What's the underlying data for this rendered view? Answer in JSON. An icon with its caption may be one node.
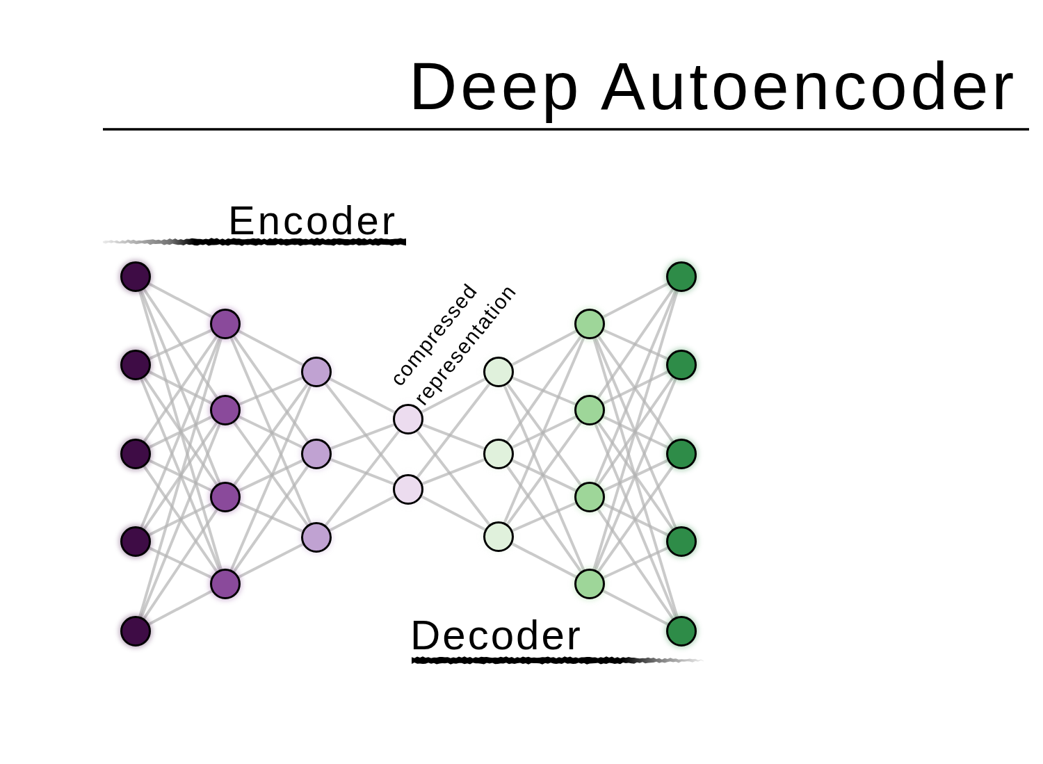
{
  "diagram": {
    "title": "Deep Autoencoder",
    "nodes": [
      {
        "text": [],
        "shape": "circle"
      },
      {
        "text": [],
        "shape": "circle"
      },
      {
        "text": [],
        "shape": "circle"
      },
      {
        "text": [],
        "shape": "circle"
      },
      {
        "text": [],
        "shape": "circle"
      },
      {
        "text": [],
        "shape": "circle"
      },
      {
        "text": [],
        "shape": "circle"
      },
      {
        "text": [],
        "shape": "circle"
      },
      {
        "text": [],
        "shape": "circle"
      },
      {
        "text": [],
        "shape": "circle"
      },
      {
        "text": [],
        "shape": "circle"
      },
      {
        "text": [],
        "shape": "circle"
      },
      {
        "text": [],
        "shape": "circle"
      },
      {
        "text": [],
        "shape": "circle"
      },
      {
        "text": [],
        "shape": "circle"
      },
      {
        "text": [],
        "shape": "circle"
      },
      {
        "text": [],
        "shape": "circle"
      },
      {
        "text": [],
        "shape": "circle"
      },
      {
        "text": [],
        "shape": "circle"
      },
      {
        "text": [],
        "shape": "circle"
      },
      {
        "text": [],
        "shape": "circle"
      },
      {
        "text": [],
        "shape": "circle"
      },
      {
        "text": [],
        "shape": "circle"
      },
      {
        "text": [],
        "shape": "circle"
      },
      {
        "text": [],
        "shape": "circle"
      },
      {
        "text": [],
        "shape": "circle"
      }
    ],
    "edges": [
      {
        "from": 0,
        "to": 5,
        "arrow": "none"
      },
      {
        "from": 0,
        "to": 6,
        "arrow": "none"
      },
      {
        "from": 0,
        "to": 7,
        "arrow": "none"
      },
      {
        "from": 0,
        "to": 8,
        "arrow": "none"
      },
      {
        "from": 1,
        "to": 5,
        "arrow": "none"
      },
      {
        "from": 1,
        "to": 6,
        "arrow": "none"
      },
      {
        "from": 1,
        "to": 7,
        "arrow": "none"
      },
      {
        "from": 1,
        "to": 8,
        "arrow": "none"
      },
      {
        "from": 2,
        "to": 5,
        "arrow": "none"
      },
      {
        "from": 2,
        "to": 6,
        "arrow": "none"
      },
      {
        "from": 2,
        "to": 7,
        "arrow": "none"
      },
      {
        "from": 2,
        "to": 8,
        "arrow": "none"
      },
      {
        "from": 3,
        "to": 5,
        "arrow": "none"
      },
      {
        "from": 3,
        "to": 6,
        "arrow": "none"
      },
      {
        "from": 3,
        "to": 7,
        "arrow": "none"
      },
      {
        "from": 3,
        "to": 8,
        "arrow": "none"
      },
      {
        "from": 4,
        "to": 5,
        "arrow": "none"
      },
      {
        "from": 4,
        "to": 6,
        "arrow": "none"
      },
      {
        "from": 4,
        "to": 7,
        "arrow": "none"
      },
      {
        "from": 4,
        "to": 8,
        "arrow": "none"
      },
      {
        "from": 5,
        "to": 9,
        "arrow": "none"
      },
      {
        "from": 5,
        "to": 10,
        "arrow": "none"
      },
      {
        "from": 5,
        "to": 11,
        "arrow": "none"
      },
      {
        "from": 6,
        "to": 9,
        "arrow": "none"
      },
      {
        "from": 6,
        "to": 10,
        "arrow": "none"
      },
      {
        "from": 6,
        "to": 11,
        "arrow": "none"
      },
      {
        "from": 7,
        "to": 9,
        "arrow": "none"
      },
      {
        "from": 7,
        "to": 10,
        "arrow": "none"
      },
      {
        "from": 7,
        "to": 11,
        "arrow": "none"
      },
      {
        "from": 8,
        "to": 9,
        "arrow": "none"
      },
      {
        "from": 8,
        "to": 10,
        "arrow": "none"
      },
      {
        "from": 8,
        "to": 11,
        "arrow": "none"
      },
      {
        "from": 9,
        "to": 12,
        "arrow": "none"
      },
      {
        "from": 9,
        "to": 13,
        "arrow": "none"
      },
      {
        "from": 10,
        "to": 12,
        "arrow": "none"
      },
      {
        "from": 10,
        "to": 13,
        "arrow": "none"
      },
      {
        "from": 11,
        "to": 12,
        "arrow": "none"
      },
      {
        "from": 11,
        "to": 13,
        "arrow": "none"
      },
      {
        "from": 12,
        "to": 14,
        "arrow": "none"
      },
      {
        "from": 12,
        "to": 15,
        "arrow": "none"
      },
      {
        "from": 12,
        "to": 16,
        "arrow": "none"
      },
      {
        "from": 13,
        "to": 14,
        "arrow": "none"
      },
      {
        "from": 13,
        "to": 15,
        "arrow": "none"
      },
      {
        "from": 13,
        "to": 16,
        "arrow": "none"
      },
      {
        "from": 14,
        "to": 17,
        "arrow": "none"
      },
      {
        "from": 14,
        "to": 18,
        "arrow": "none"
      },
      {
        "from": 14,
        "to": 19,
        "arrow": "none"
      },
      {
        "from": 14,
        "to": 20,
        "arrow": "none"
      },
      {
        "from": 15,
        "to": 17,
        "arrow": "none"
      },
      {
        "from": 15,
        "to": 18,
        "arrow": "none"
      },
      {
        "from": 15,
        "to": 19,
        "arrow": "none"
      },
      {
        "from": 15,
        "to": 20,
        "arrow": "none"
      },
      {
        "from": 16,
        "to": 17,
        "arrow": "none"
      },
      {
        "from": 16,
        "to": 18,
        "arrow": "none"
      },
      {
        "from": 16,
        "to": 19,
        "arrow": "none"
      },
      {
        "from": 16,
        "to": 20,
        "arrow": "none"
      },
      {
        "from": 17,
        "to": 21,
        "arrow": "none"
      },
      {
        "from": 17,
        "to": 22,
        "arrow": "none"
      },
      {
        "from": 17,
        "to": 23,
        "arrow": "none"
      },
      {
        "from": 17,
        "to": 24,
        "arrow": "none"
      },
      {
        "from": 17,
        "to": 25,
        "arrow": "none"
      },
      {
        "from": 18,
        "to": 21,
        "arrow": "none"
      },
      {
        "from": 18,
        "to": 22,
        "arrow": "none"
      },
      {
        "from": 18,
        "to": 23,
        "arrow": "none"
      },
      {
        "from": 18,
        "to": 24,
        "arrow": "none"
      },
      {
        "from": 18,
        "to": 25,
        "arrow": "none"
      },
      {
        "from": 19,
        "to": 21,
        "arrow": "none"
      },
      {
        "from": 19,
        "to": 22,
        "arrow": "none"
      },
      {
        "from": 19,
        "to": 23,
        "arrow": "none"
      },
      {
        "from": 19,
        "to": 24,
        "arrow": "none"
      },
      {
        "from": 19,
        "to": 25,
        "arrow": "none"
      },
      {
        "from": 20,
        "to": 21,
        "arrow": "none"
      },
      {
        "from": 20,
        "to": 22,
        "arrow": "none"
      },
      {
        "from": 20,
        "to": 23,
        "arrow": "none"
      },
      {
        "from": 20,
        "to": 24,
        "arrow": "none"
      },
      {
        "from": 20,
        "to": 25,
        "arrow": "none"
      }
    ],
    "labels": [
      "Encoder",
      "compressed representation",
      "Decoder"
    ]
  }
}
